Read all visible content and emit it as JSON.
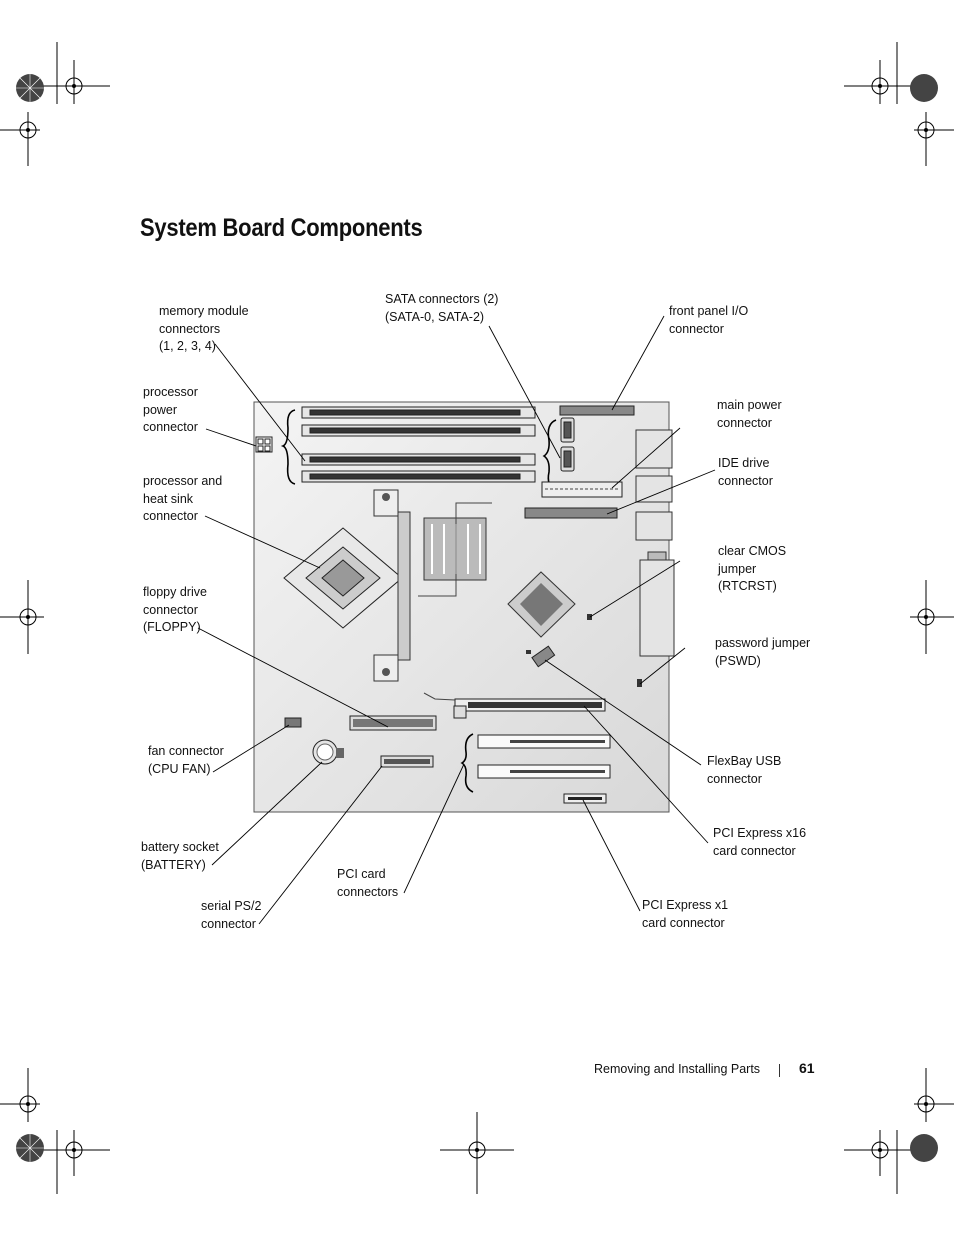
{
  "page": {
    "title": "System Board Components",
    "footer_section": "Removing and Installing Parts",
    "page_number": "61"
  },
  "labels": {
    "memory": "memory module\nconnectors\n(1, 2, 3, 4)",
    "proc_power": "processor\npower\nconnector",
    "proc_heatsink": "processor and\nheat sink\nconnector",
    "floppy": "floppy drive\nconnector\n(FLOPPY)",
    "fan": "fan connector\n(CPU FAN)",
    "battery": "battery socket\n(BATTERY)",
    "serial": "serial PS/2\nconnector",
    "pci": "PCI card\nconnectors",
    "sata": "SATA connectors (2)\n(SATA-0, SATA-2)",
    "front_panel": "front panel I/O\nconnector",
    "main_power": "main power\nconnector",
    "ide": "IDE drive\nconnector",
    "clear_cmos": "clear CMOS\njumper\n(RTCRST)",
    "password": "password jumper\n(PSWD)",
    "flexbay": "FlexBay USB\nconnector",
    "pcie16": "PCI Express x16\ncard connector",
    "pcie1": "PCI Express x1\ncard connector"
  }
}
